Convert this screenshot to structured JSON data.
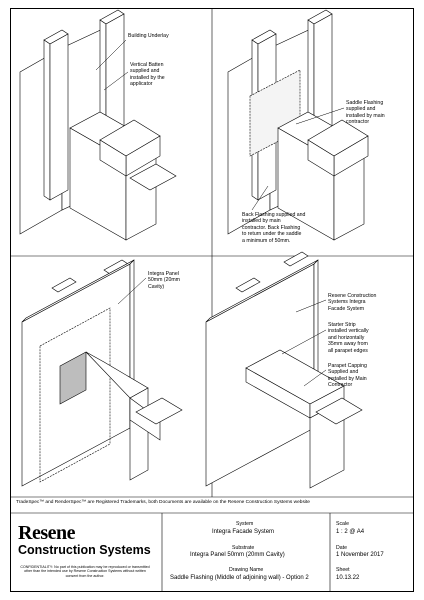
{
  "callouts": {
    "q1_underlay": "Building Underlay",
    "q1_batten": "Vertical Batten\nsupplied and\ninstalled by the\napplicator",
    "q2_saddle": "Saddle Flashing\nsupplied and\ninstalled by main\ncontractor",
    "q2_back": "Back Flashing supplied and\ninstalled by main\ncontractor. Back Flashing\nto return under the saddle\na minimum of 50mm.",
    "q3_panel": "Integra Panel\n50mm (20mm\nCavity)",
    "q4_system": "Resene Construction\nSystems Integra\nFacade System",
    "q4_starter": "Starter Strip\ninstalled vertically\nand horizontally\n35mm away from\nall parapet edges",
    "q4_capping": "Parapet Capping\nSupplied and\ninstalled by Main\nContractor"
  },
  "trademark": "TradeSpec™ and RenderSpec™ are Registered Trademarks, both Documents are available on the Resene Construction Systems website",
  "logo": {
    "line1": "Resene",
    "line2": "Construction Systems",
    "confidentiality": "CONFIDENTIALITY: No part of this publication may be reproduced or transmitted other than the intended use by Resene Construction Systems without written consent from the author."
  },
  "title_block": {
    "system_label": "System",
    "system_value": "Integra Facade System",
    "substrate_label": "Substrate",
    "substrate_value": "Integra Panel 50mm (20mm Cavity)",
    "drawing_label": "Drawing Name",
    "drawing_value": "Saddle Flashing (Middle of adjoining wall) - Option 2",
    "scale_label": "Scale",
    "scale_value": "1 : 2 @ A4",
    "date_label": "Date",
    "date_value": "1 November 2017",
    "sheet_label": "Sheet",
    "sheet_value": "10.13.22"
  },
  "colors": {
    "line": "#000000",
    "panel_fill": "#ffffff",
    "flashing_fill": "#bdbdbd"
  }
}
